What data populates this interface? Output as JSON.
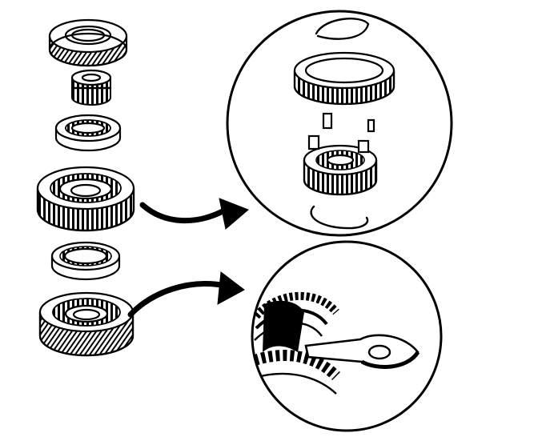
{
  "diagram": {
    "kind": "exploded-assembly-illustration",
    "ink_color": "#000000",
    "paper_color": "#ffffff",
    "callouts": [
      {
        "id": "upper-detail",
        "shape": "circle",
        "source": "large-synchro-gear"
      },
      {
        "id": "lower-detail",
        "shape": "circle",
        "source": "bottom-helical-gear"
      }
    ],
    "arrows": [
      {
        "from": "large-synchro-gear",
        "to": "upper-detail"
      },
      {
        "from": "bottom-helical-gear",
        "to": "lower-detail"
      }
    ]
  }
}
